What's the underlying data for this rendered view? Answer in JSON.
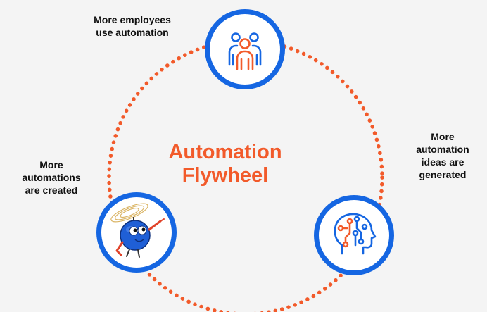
{
  "title_line1": "Automation",
  "title_line2": "Flywheel",
  "nodes": {
    "top": {
      "label_line1": "More employees",
      "label_line2": "use automation",
      "icon": "people-group-icon"
    },
    "right": {
      "label_line1": "More",
      "label_line2": "automation",
      "label_line3": "ideas are",
      "label_line4": "generated",
      "icon": "ai-head-circuit-icon"
    },
    "left": {
      "label_line1": "More",
      "label_line2": "automations",
      "label_line3": "are created",
      "icon": "robot-mascot-icon"
    }
  },
  "colors": {
    "accent": "#f25a2a",
    "node_border": "#1566e2",
    "background": "#f4f4f4"
  }
}
